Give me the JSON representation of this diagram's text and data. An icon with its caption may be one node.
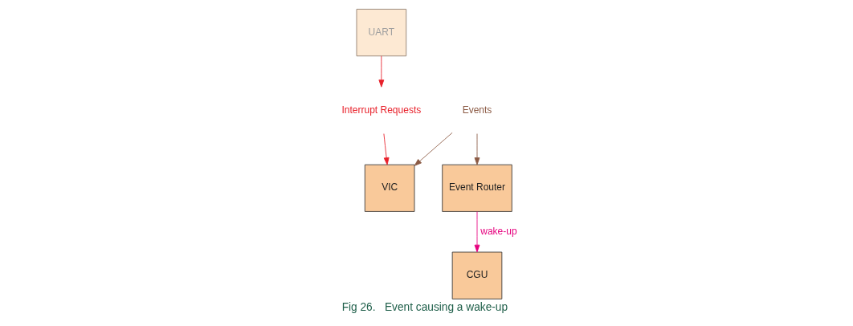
{
  "diagram": {
    "caption": "Fig 26.   Event causing a wake-up",
    "nodes": [
      {
        "text": [
          "UART"
        ]
      },
      {
        "text": [
          "CGU"
        ]
      },
      {
        "text": [
          "Event Router"
        ]
      },
      {
        "text": [
          "VIC"
        ]
      },
      {
        "text": [
          "Events"
        ]
      },
      {
        "text": [
          "Interrupt Requests"
        ]
      }
    ],
    "edges": [
      {
        "from": 2,
        "to": 1,
        "arrow": "to",
        "label": "wake-up",
        "color": "#e6007e"
      },
      {
        "from": 4,
        "to": 2,
        "arrow": "to",
        "color": "#8b5a44"
      },
      {
        "from": 4,
        "to": 3,
        "arrow": "to",
        "color": "#8b5a44"
      },
      {
        "from": 0,
        "to": 5,
        "arrow": "to",
        "color": "#e8202a"
      },
      {
        "from": 5,
        "to": 3,
        "arrow": "to",
        "color": "#e8202a"
      }
    ]
  }
}
